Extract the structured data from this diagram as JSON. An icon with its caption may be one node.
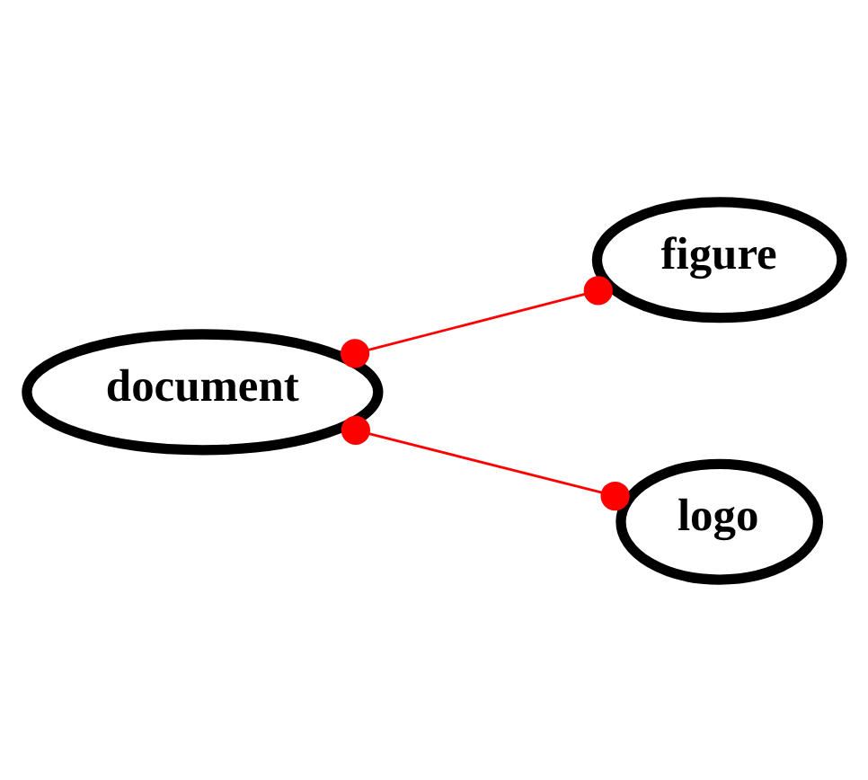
{
  "diagram": {
    "nodes": [
      {
        "text": [
          "document"
        ]
      },
      {
        "text": [
          "figure"
        ]
      },
      {
        "text": [
          "logo"
        ]
      }
    ],
    "edges": [
      {
        "from": 0,
        "to": 1,
        "arrow": "other"
      },
      {
        "from": 0,
        "to": 2,
        "arrow": "other"
      }
    ]
  }
}
